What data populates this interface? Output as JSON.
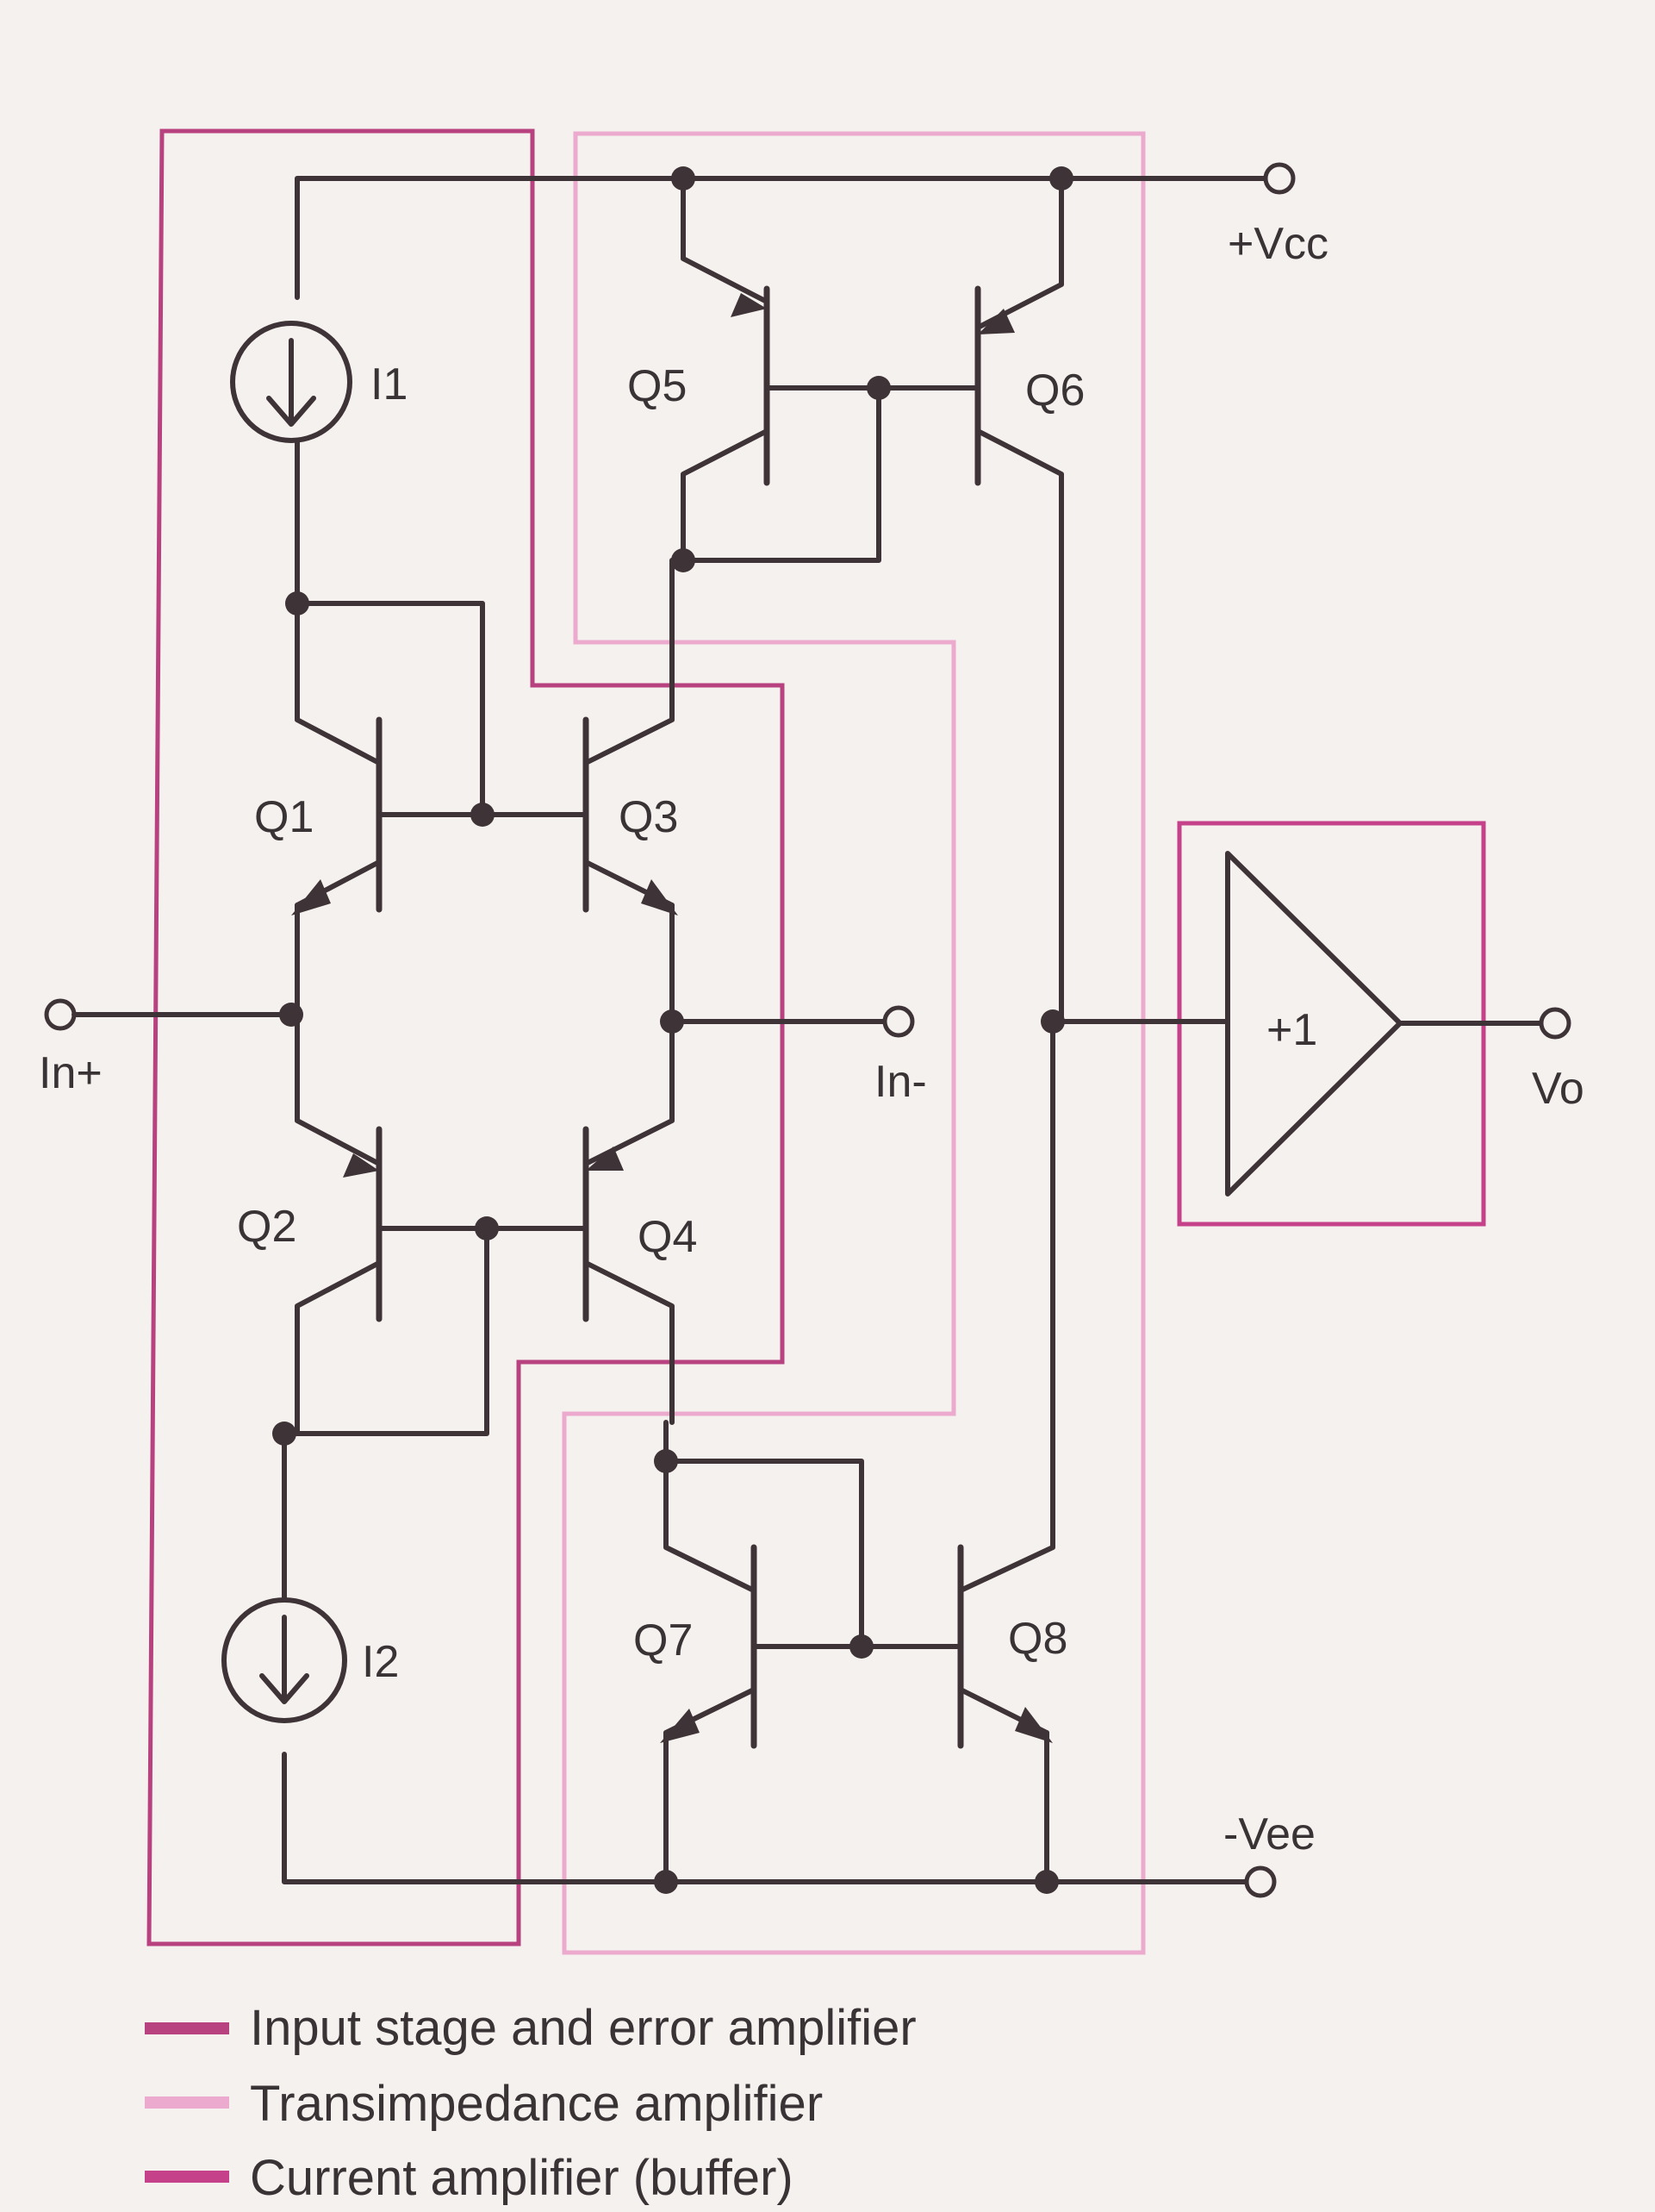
{
  "colors": {
    "background": "#f4f1ee",
    "wire": "#3e3336",
    "input_stage": "#b8417f",
    "transimpedance": "#ecaace",
    "buffer": "#c5418a"
  },
  "transistors": {
    "q1": "Q1",
    "q2": "Q2",
    "q3": "Q3",
    "q4": "Q4",
    "q5": "Q5",
    "q6": "Q6",
    "q7": "Q7",
    "q8": "Q8"
  },
  "sources": {
    "i1": "I1",
    "i2": "I2"
  },
  "terminals": {
    "vcc": "+Vcc",
    "vee": "-Vee",
    "in_plus": "In+",
    "in_minus": "In-",
    "vo": "Vo"
  },
  "buffer": {
    "gain": "+1"
  },
  "legend": [
    {
      "label": "Input stage and error amplifier",
      "color": "#b8417f"
    },
    {
      "label": "Transimpedance amplifier",
      "color": "#ecaace"
    },
    {
      "label": "Current amplifier (buffer)",
      "color": "#c5418a"
    }
  ]
}
